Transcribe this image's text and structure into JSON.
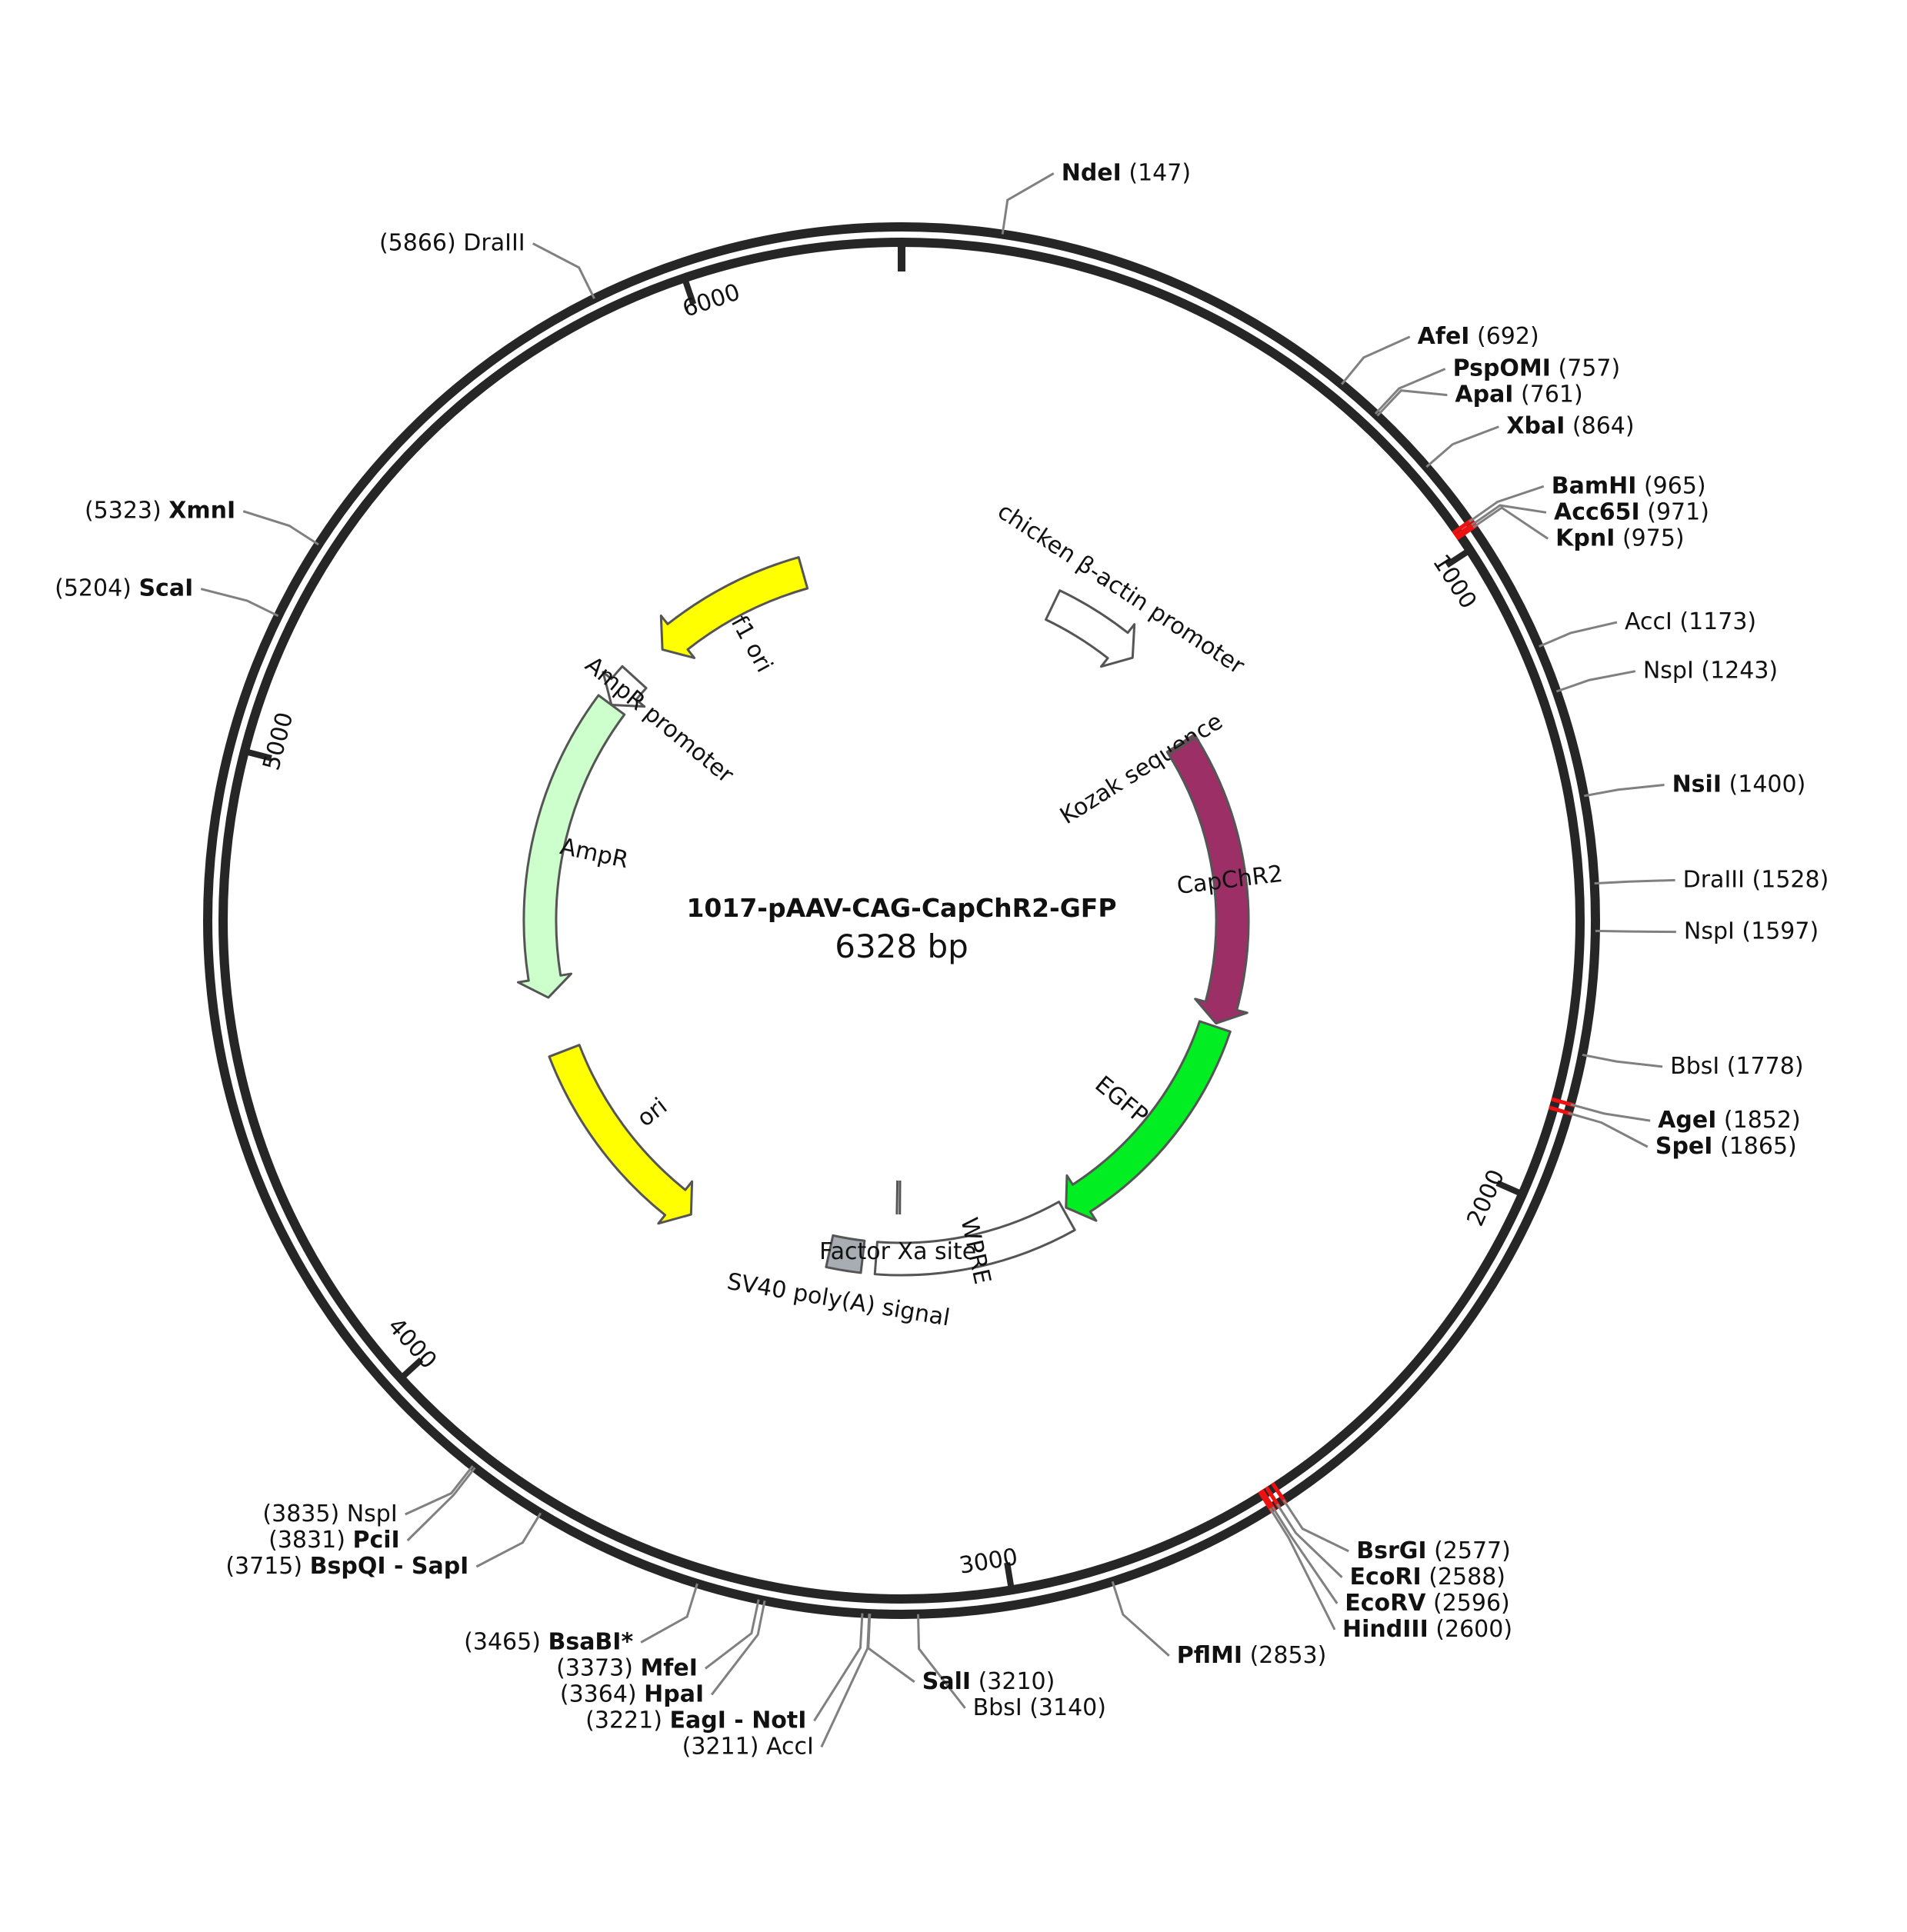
{
  "plasmid": {
    "name": "1017-pAAV-CAG-CapChR2-GFP",
    "size_label": "6328 bp",
    "length": 6328
  },
  "colors": {
    "backbone": "#262626",
    "f1_ori": "#ffff00",
    "ori": "#ffff00",
    "ampr": "#ccffcc",
    "capchr2": "#9b2f66",
    "egfp": "#00ee22",
    "sv40": "#a8adb4",
    "outline_arrow": "#ffffff",
    "leader": "#808080",
    "unique_site_mark": "#ee1111",
    "kozak_mark": "#2e9a2e"
  },
  "ticks": [
    {
      "pos": 1000,
      "label": "1000"
    },
    {
      "pos": 2000,
      "label": "2000"
    },
    {
      "pos": 3000,
      "label": "3000"
    },
    {
      "pos": 4000,
      "label": "4000"
    },
    {
      "pos": 5000,
      "label": "5000"
    },
    {
      "pos": 6000,
      "label": "6000"
    }
  ],
  "features": [
    {
      "id": "chicken-beta-actin-promoter",
      "label": "chicken β-actin promoter",
      "start": 450,
      "end": 726,
      "strand": 1,
      "r": 455,
      "w": 42,
      "color": "outline_arrow",
      "label_type": "outside"
    },
    {
      "id": "kozak-sequence",
      "label": "Kozak sequence",
      "start": 1012,
      "end": 1022,
      "strand": 0,
      "r": 430,
      "w": 42,
      "color": "capchr2",
      "label_type": "inside-rot"
    },
    {
      "id": "capchr2",
      "label": "CapChR2",
      "start": 1022,
      "end": 1900,
      "strand": 1,
      "r": 430,
      "w": 42,
      "color": "capchr2",
      "label_type": "inside-white"
    },
    {
      "id": "egfp",
      "label": "EGFP",
      "start": 1910,
      "end": 2640,
      "strand": 1,
      "r": 430,
      "w": 42,
      "color": "egfp",
      "label_type": "inside-rot"
    },
    {
      "id": "wpre",
      "label": "WPRE",
      "start": 2650,
      "end": 3240,
      "strand": 0,
      "r": 440,
      "w": 42,
      "color": "outline_arrow",
      "label_type": "inside"
    },
    {
      "id": "sv40-poly-a-signal",
      "label": "SV40 poly(A) signal",
      "start": 3280,
      "end": 3380,
      "strand": 0,
      "r": 440,
      "w": 42,
      "color": "sv40",
      "label_type": "outside"
    },
    {
      "id": "factor-xa-site",
      "label": "Factor Xa site",
      "start": 3170,
      "end": 3175,
      "strand": 0,
      "r": 360,
      "w": 0,
      "color": "leader",
      "label_type": "xa"
    },
    {
      "id": "ori",
      "label": "ori",
      "start": 3790,
      "end": 4375,
      "strand": -1,
      "r": 470,
      "w": 42,
      "color": "ori",
      "label_type": "inside-rot"
    },
    {
      "id": "ampr",
      "label": "AmpR",
      "start": 4530,
      "end": 5390,
      "strand": -1,
      "r": 470,
      "w": 42,
      "color": "ampr",
      "label_type": "inside-rot"
    },
    {
      "id": "ampr-promoter",
      "label": "AmpR promoter",
      "start": 5390,
      "end": 5490,
      "strand": -1,
      "r": 470,
      "w": 42,
      "color": "outline_arrow",
      "label_type": "inside-rot"
    },
    {
      "id": "f1-ori",
      "label": "f1 ori",
      "start": 5600,
      "end": 6050,
      "strand": -1,
      "r": 470,
      "w": 42,
      "color": "f1_ori",
      "label_type": "inside-rot"
    }
  ],
  "sites": [
    {
      "name": "NdeI",
      "pos": 147,
      "bold": true,
      "side": "right",
      "unique": false
    },
    {
      "name": "AfeI",
      "pos": 692,
      "bold": true,
      "side": "right",
      "unique": false
    },
    {
      "name": "PspOMI",
      "pos": 757,
      "bold": true,
      "side": "right",
      "unique": false
    },
    {
      "name": "ApaI",
      "pos": 761,
      "bold": true,
      "side": "right",
      "unique": false
    },
    {
      "name": "XbaI",
      "pos": 864,
      "bold": true,
      "side": "right",
      "unique": false
    },
    {
      "name": "BamHI",
      "pos": 965,
      "bold": true,
      "side": "right",
      "unique": true
    },
    {
      "name": "Acc65I",
      "pos": 971,
      "bold": true,
      "side": "right",
      "unique": true
    },
    {
      "name": "KpnI",
      "pos": 975,
      "bold": true,
      "side": "right",
      "unique": true
    },
    {
      "name": "AccI",
      "pos": 1173,
      "bold": false,
      "side": "right",
      "unique": false
    },
    {
      "name": "NspI",
      "pos": 1243,
      "bold": false,
      "side": "right",
      "unique": false
    },
    {
      "name": "NsiI",
      "pos": 1400,
      "bold": true,
      "side": "right",
      "unique": false
    },
    {
      "name": "DraIII",
      "pos": 1528,
      "bold": false,
      "side": "right",
      "unique": false
    },
    {
      "name": "NspI",
      "pos": 1597,
      "bold": false,
      "side": "right",
      "unique": false
    },
    {
      "name": "BbsI",
      "pos": 1778,
      "bold": false,
      "side": "right",
      "unique": false
    },
    {
      "name": "AgeI",
      "pos": 1852,
      "bold": true,
      "side": "right",
      "unique": true
    },
    {
      "name": "SpeI",
      "pos": 1865,
      "bold": true,
      "side": "right",
      "unique": true
    },
    {
      "name": "BsrGI",
      "pos": 2577,
      "bold": true,
      "side": "right",
      "unique": true
    },
    {
      "name": "EcoRI",
      "pos": 2588,
      "bold": true,
      "side": "right",
      "unique": true
    },
    {
      "name": "EcoRV",
      "pos": 2596,
      "bold": true,
      "side": "right",
      "unique": true
    },
    {
      "name": "HindIII",
      "pos": 2600,
      "bold": true,
      "side": "right",
      "unique": true
    },
    {
      "name": "PflMI",
      "pos": 2853,
      "bold": true,
      "side": "right",
      "unique": false
    },
    {
      "name": "BbsI",
      "pos": 3140,
      "bold": false,
      "side": "right",
      "unique": false
    },
    {
      "name": "SalI",
      "pos": 3210,
      "bold": true,
      "side": "right",
      "unique": false
    },
    {
      "name": "AccI",
      "pos": 3211,
      "bold": false,
      "side": "left",
      "unique": false
    },
    {
      "name": "EagI - NotI",
      "pos": 3221,
      "bold": true,
      "side": "left",
      "unique": false
    },
    {
      "name": "HpaI",
      "pos": 3364,
      "bold": true,
      "side": "left",
      "unique": false
    },
    {
      "name": "MfeI",
      "pos": 3373,
      "bold": true,
      "side": "left",
      "unique": false
    },
    {
      "name": "BsaBI*",
      "pos": 3465,
      "bold": true,
      "side": "left",
      "unique": false
    },
    {
      "name": "BspQI - SapI",
      "pos": 3715,
      "bold": true,
      "side": "left",
      "unique": false
    },
    {
      "name": "PciI",
      "pos": 3831,
      "bold": true,
      "side": "left",
      "unique": false
    },
    {
      "name": "NspI",
      "pos": 3835,
      "bold": false,
      "side": "left",
      "unique": false
    },
    {
      "name": "ScaI",
      "pos": 5204,
      "bold": true,
      "side": "left",
      "unique": false
    },
    {
      "name": "XmnI",
      "pos": 5323,
      "bold": true,
      "side": "left",
      "unique": false
    },
    {
      "name": "DraIII",
      "pos": 5866,
      "bold": false,
      "side": "left",
      "unique": false
    }
  ]
}
